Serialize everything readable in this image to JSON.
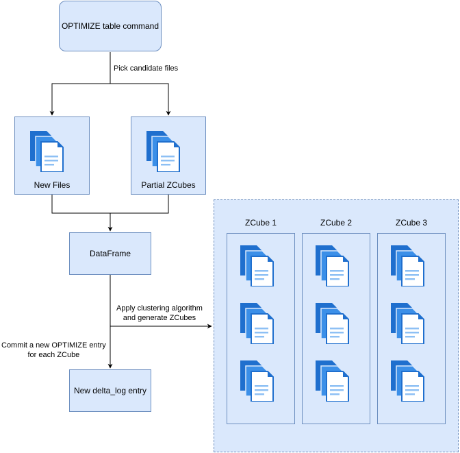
{
  "nodes": {
    "optimize": "OPTIMIZE table command",
    "new_files": "New Files",
    "partial_zcubes": "Partial ZCubes",
    "dataframe": "DataFrame",
    "delta_log": "New delta_log entry"
  },
  "edges": {
    "pick": "Pick candidate files",
    "apply_line1": "Apply clustering algorithm",
    "apply_line2": "and generate ZCubes",
    "commit_line1": "Commit a new OPTIMIZE entry",
    "commit_line2": "for each ZCube"
  },
  "zcubes": [
    "ZCube 1",
    "ZCube 2",
    "ZCube 3"
  ],
  "colors": {
    "fill": "#dae8fc",
    "stroke": "#6c8ebf",
    "doc_dark": "#1f6fce",
    "doc_mid": "#3b8fe8",
    "doc_light": "#8ec0f4",
    "line": "#000000"
  },
  "icon": "file-stack-icon"
}
